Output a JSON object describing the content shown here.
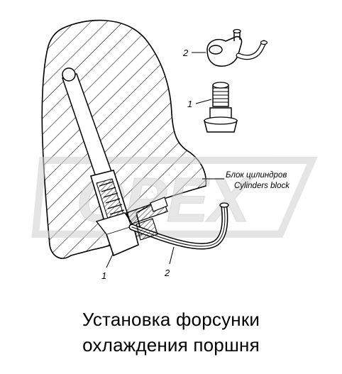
{
  "callouts": {
    "top_part": "2",
    "bolt_part": "1",
    "block_ru": "Блок цилиндров",
    "block_en": "Cylinders block",
    "bottom_part_1": "1",
    "bottom_part_2": "2"
  },
  "watermark": {
    "text": "OPEX"
  },
  "caption": {
    "line1": "Установка форсунки",
    "line2": "охлаждения поршня"
  }
}
